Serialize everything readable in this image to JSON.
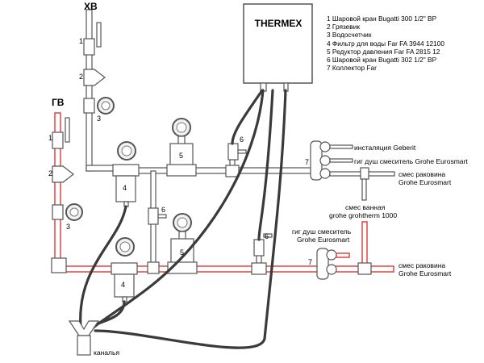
{
  "headers": {
    "cold": "ХВ",
    "hot": "ГВ"
  },
  "boiler": {
    "brand": "THERMEX"
  },
  "legend": [
    "1 Шаровой кран Bugatti 300 1/2\" ВР",
    "2 Грязевик",
    "3 Водосчетчик",
    "4 Фильтр для воды Far FA 3944 12100",
    "5 Редуктор давления Far FA 2815 12",
    "6 Шаровой кран Bugatti 302 1/2\" ВР",
    "7 Коллектор Far"
  ],
  "outlets": {
    "geberit": "инсталяция Geberit",
    "shower_top": "гиг душ смеситель Grohe Eurosmart",
    "sink_top_1": "смес раковина",
    "sink_top_2": "Grohe Eurosmart",
    "bath_1": "смес ванная",
    "bath_2": "grohe grohtherm 1000",
    "shower_bot_1": "гиг душ смеситель",
    "shower_bot_2": "Grohe Eurosmart",
    "sink_bot_1": "смес раковина",
    "sink_bot_2": "Grohe Eurosmart",
    "drain": "каналья"
  },
  "numbers": {
    "c1": "1",
    "c2": "2",
    "c3": "3",
    "c4": "4",
    "c5": "5",
    "c6": "6",
    "c7": "7",
    "h1": "1",
    "h2": "2",
    "h3": "3",
    "h4": "4",
    "h5": "5",
    "h6": "6",
    "h7": "7"
  },
  "colors": {
    "hot_pipe": "#e25050",
    "cold_pipe": "#555555",
    "hose": "#3a3a3a"
  }
}
